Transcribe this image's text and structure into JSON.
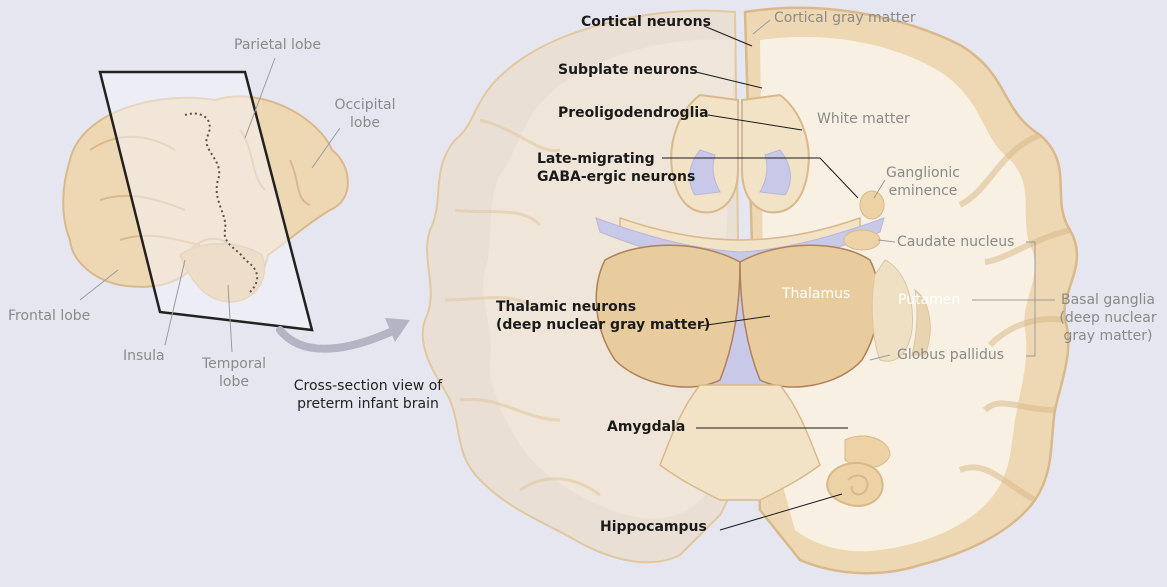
{
  "colors": {
    "background": "#e6e6f0",
    "cortex": "#eed8b4",
    "cortex_edge": "#d9b98a",
    "white_matter": "#f8f0e2",
    "ventricle": "#c8c8e8",
    "deep_gray": "#e8cc9e",
    "label_bold": "#1a1a1a",
    "label_gray": "#8a8a8a",
    "arrow": "#b4b4c4"
  },
  "brain_labels": {
    "parietal": "Parietal lobe",
    "occipital_1": "Occipital",
    "occipital_2": "lobe",
    "frontal": "Frontal lobe",
    "insula": "Insula",
    "temporal_1": "Temporal",
    "temporal_2": "lobe"
  },
  "caption": {
    "line1": "Cross-section view of",
    "line2": "preterm infant brain"
  },
  "cell_types": {
    "cortical_neurons": "Cortical neurons",
    "subplate_neurons": "Subplate neurons",
    "preoligodendroglia": "Preoligodendroglia",
    "late_migrating_1": "Late-migrating",
    "late_migrating_2": "GABA-ergic neurons",
    "thalamic_1": "Thalamic neurons",
    "thalamic_2": "(deep nuclear gray matter)",
    "amygdala": "Amygdala",
    "hippocampus": "Hippocampus"
  },
  "structures": {
    "cortical_gray_matter": "Cortical gray matter",
    "white_matter": "White matter",
    "ganglionic_1": "Ganglionic",
    "ganglionic_2": "eminence",
    "caudate": "Caudate nucleus",
    "thalamus": "Thalamus",
    "putamen": "Putamen",
    "globus_pallidus": "Globus pallidus",
    "basal_ganglia_1": "Basal ganglia",
    "basal_ganglia_2": "(deep nuclear",
    "basal_ganglia_3": "gray matter)"
  }
}
